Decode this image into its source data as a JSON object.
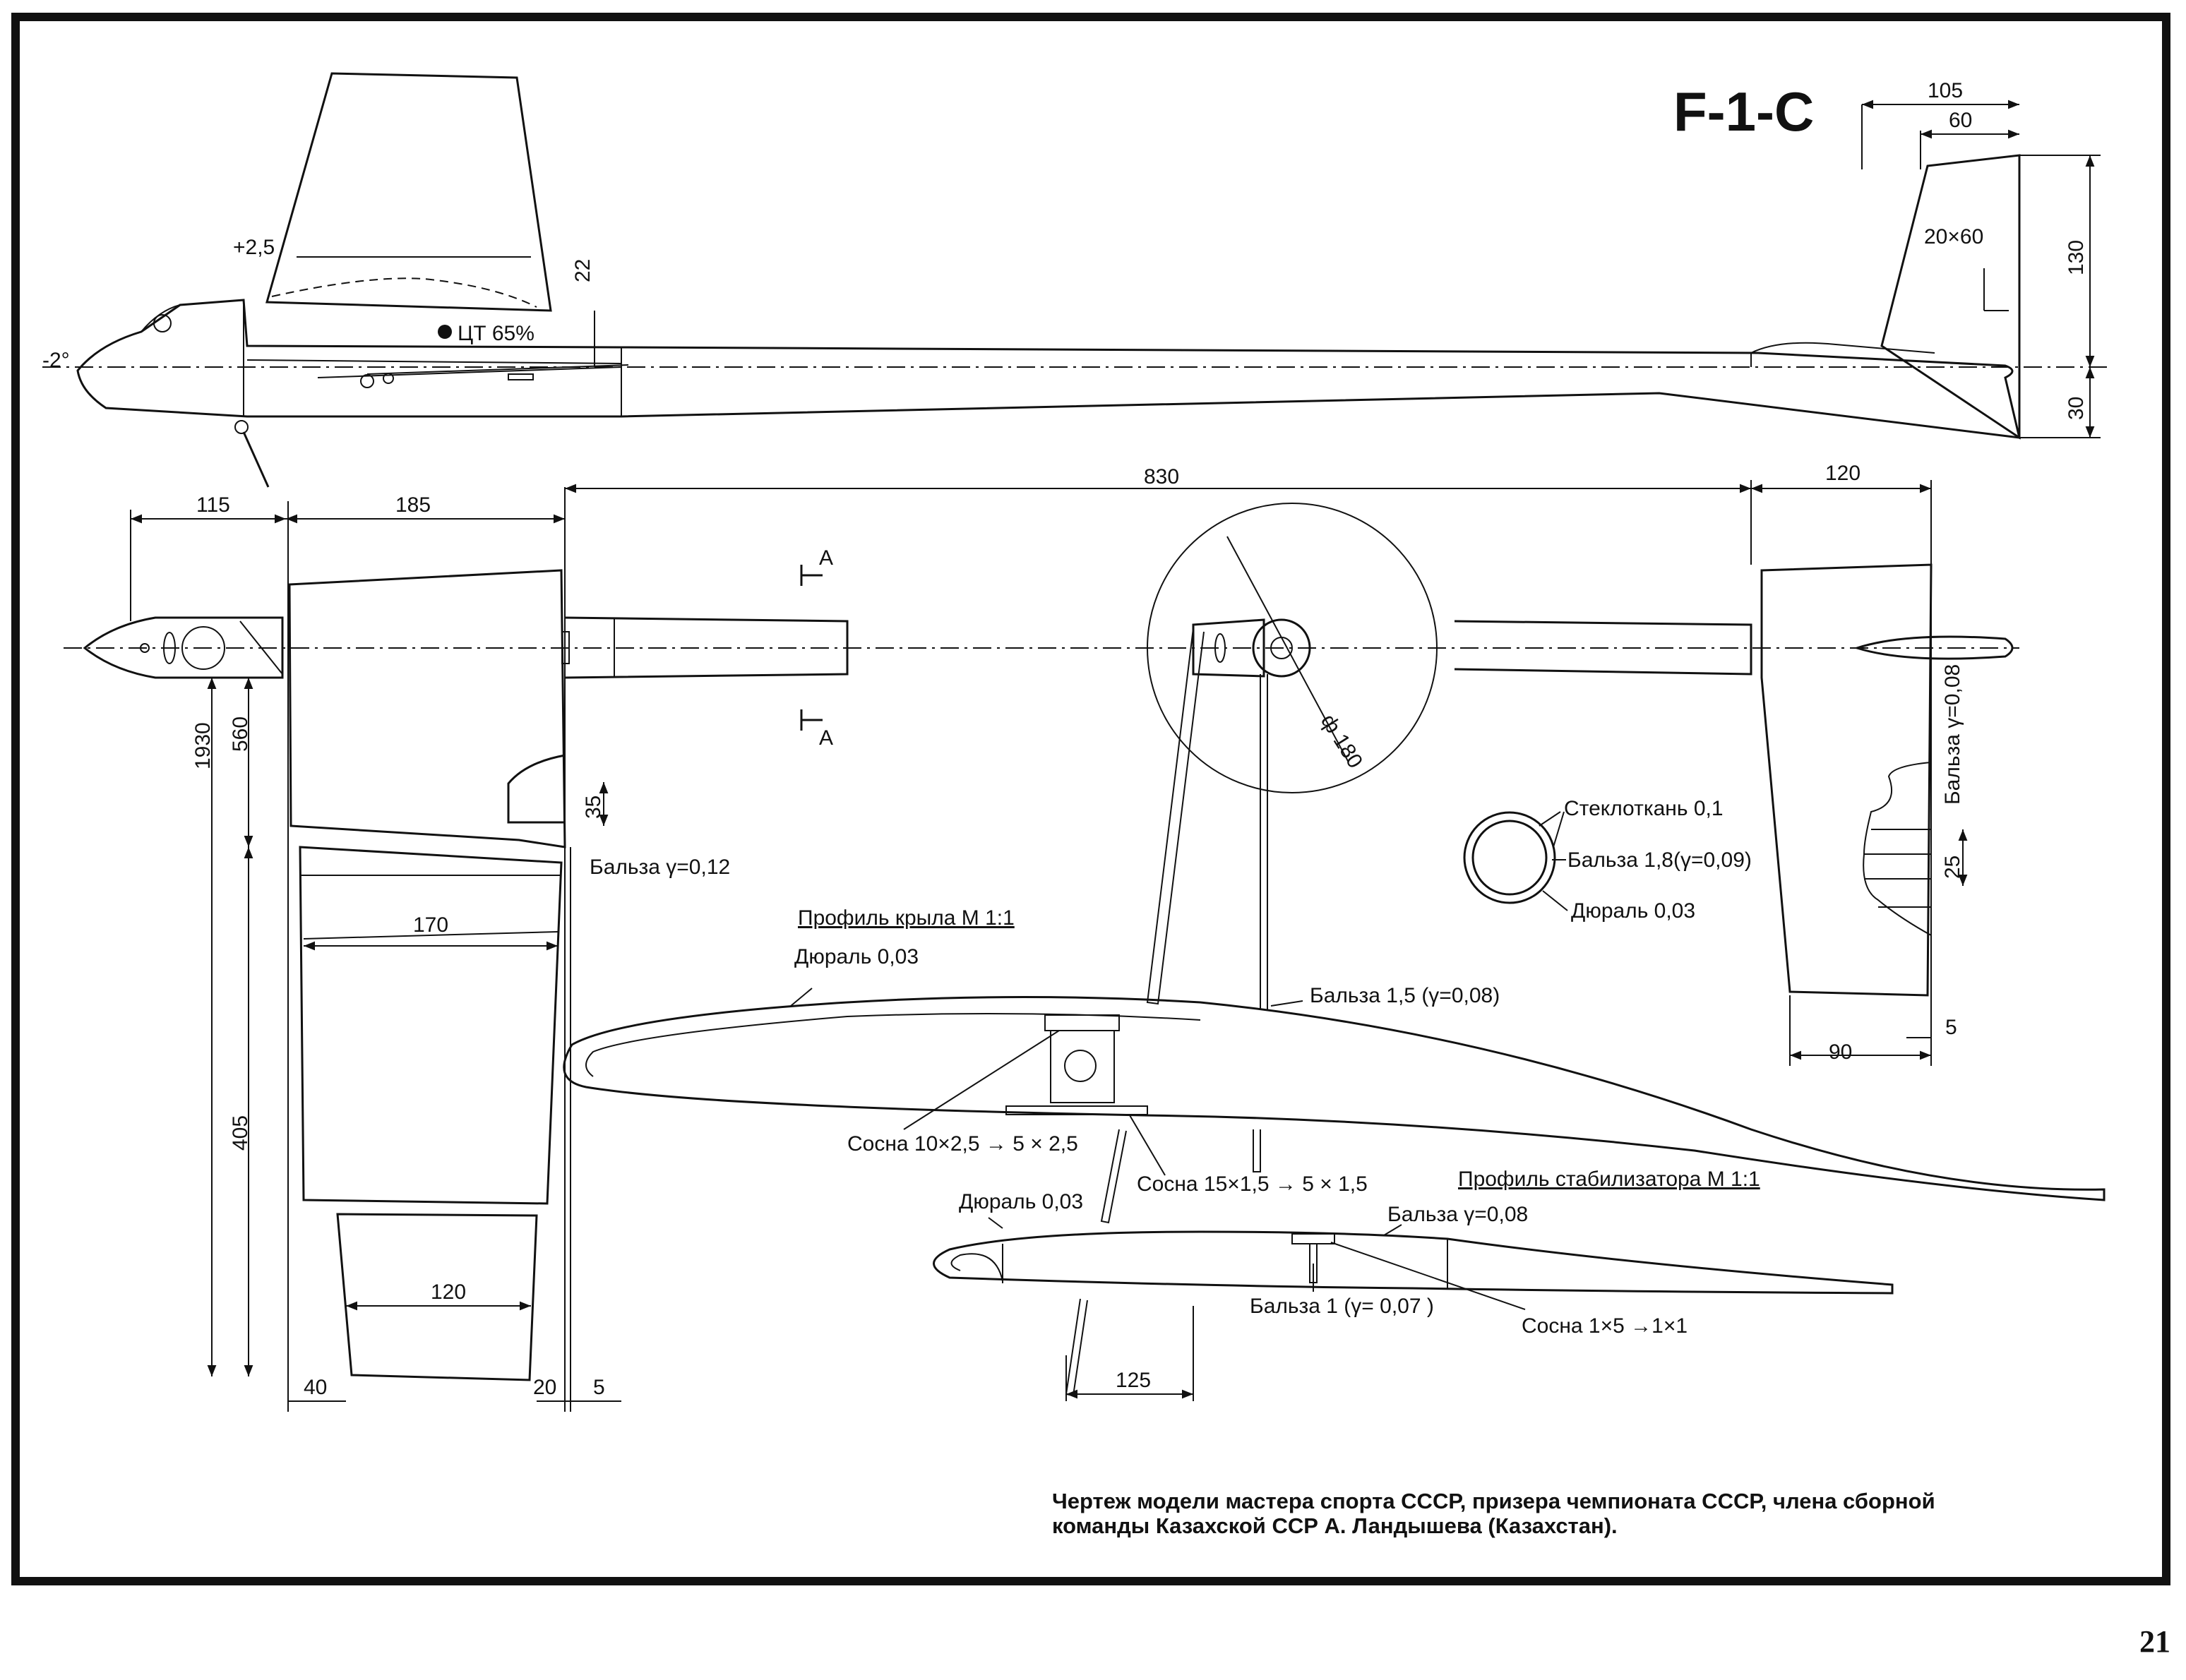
{
  "title": "F-1-C",
  "page_number": "21",
  "caption": {
    "line1": "Чертеж модели мастера спорта СССР, призера чемпионата СССР, члена сборной",
    "line2": "команды Казахской ССР А. Ландышева (Казахстан)."
  },
  "side_view": {
    "nose_angle": "-2°",
    "wing_angle": "+2,5",
    "cg": "ЦТ 65%",
    "dim_22": "22",
    "dim_105": "105",
    "dim_60": "60",
    "fin_spar": "20×60",
    "dim_130": "130",
    "dim_30": "30"
  },
  "plan_view": {
    "dim_115": "115",
    "dim_185": "185",
    "dim_830": "830",
    "dim_120_top": "120",
    "dim_1930": "1930",
    "dim_560": "560",
    "dim_35": "35",
    "balsa_012": "Бальза γ=0,12",
    "dim_170": "170",
    "dim_405": "405",
    "dim_120_tip": "120",
    "dim_40": "40",
    "dim_20": "20",
    "dim_5": "5",
    "section_a1": "A",
    "section_a2": "A"
  },
  "section_circle": {
    "diameter": "ф 180"
  },
  "fuselage_tube": {
    "fiberglass": "Стеклоткань 0,1",
    "balsa": "Бальза 1,8(γ=0,09)",
    "dural": "Дюраль 0,03"
  },
  "stabilizer_plan": {
    "balsa": "Бальза γ=0,08",
    "dim_25": "25",
    "dim_90": "90",
    "dim_5": "5"
  },
  "wing_profile": {
    "title": "Профиль крыла  М 1:1",
    "dural": "Дюраль 0,03",
    "balsa": "Бальза 1,5 (γ=0,08)",
    "spar1": "Сосна 10×2,5 → 5 × 2,5",
    "spar2": "Сосна  15×1,5 → 5 × 1,5"
  },
  "stab_profile": {
    "title": "Профиль стабилизатора  М 1:1",
    "balsa": "Бальза γ=0,08",
    "dural": "Дюраль 0,03",
    "balsa1": "Бальза 1  (γ= 0,07 )",
    "spar": "Сосна 1×5 →1×1",
    "dim_125": "125"
  }
}
